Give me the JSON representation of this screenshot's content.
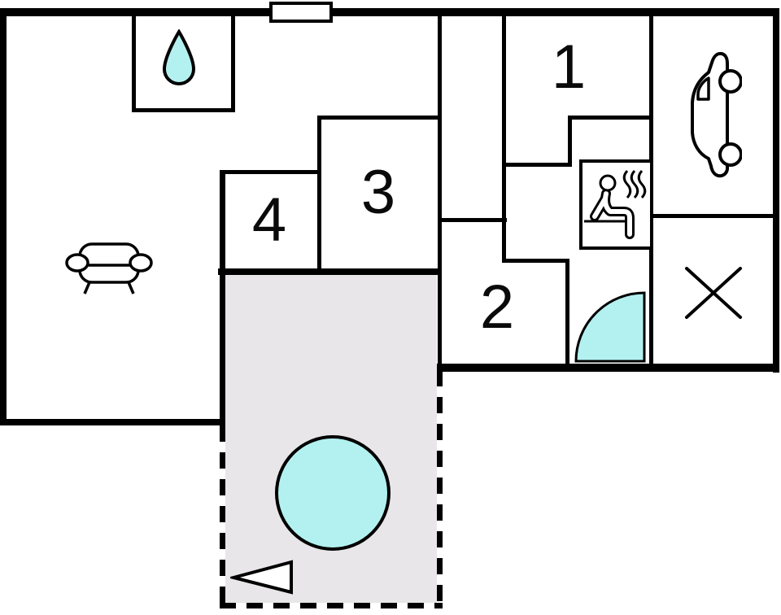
{
  "plan": {
    "type": "floor-plan",
    "rooms": [
      {
        "label": "1"
      },
      {
        "label": "2"
      },
      {
        "label": "3"
      },
      {
        "label": "4"
      }
    ],
    "icons": {
      "water_drop": "water-drop-icon",
      "sofa": "sofa-icon",
      "car": "car-icon",
      "sauna": "sauna-person-icon",
      "shower": "shower-quarter-circle-icon",
      "hot_tub": "hot-tub-circle-icon",
      "x_mark": "x-mark-icon",
      "direction_arrow": "direction-arrow-icon",
      "door_marker": "door-marker"
    },
    "colors": {
      "wall": "#000000",
      "water": "#b3f1f0",
      "terrace": "#e8e6e8",
      "background": "#ffffff"
    }
  }
}
